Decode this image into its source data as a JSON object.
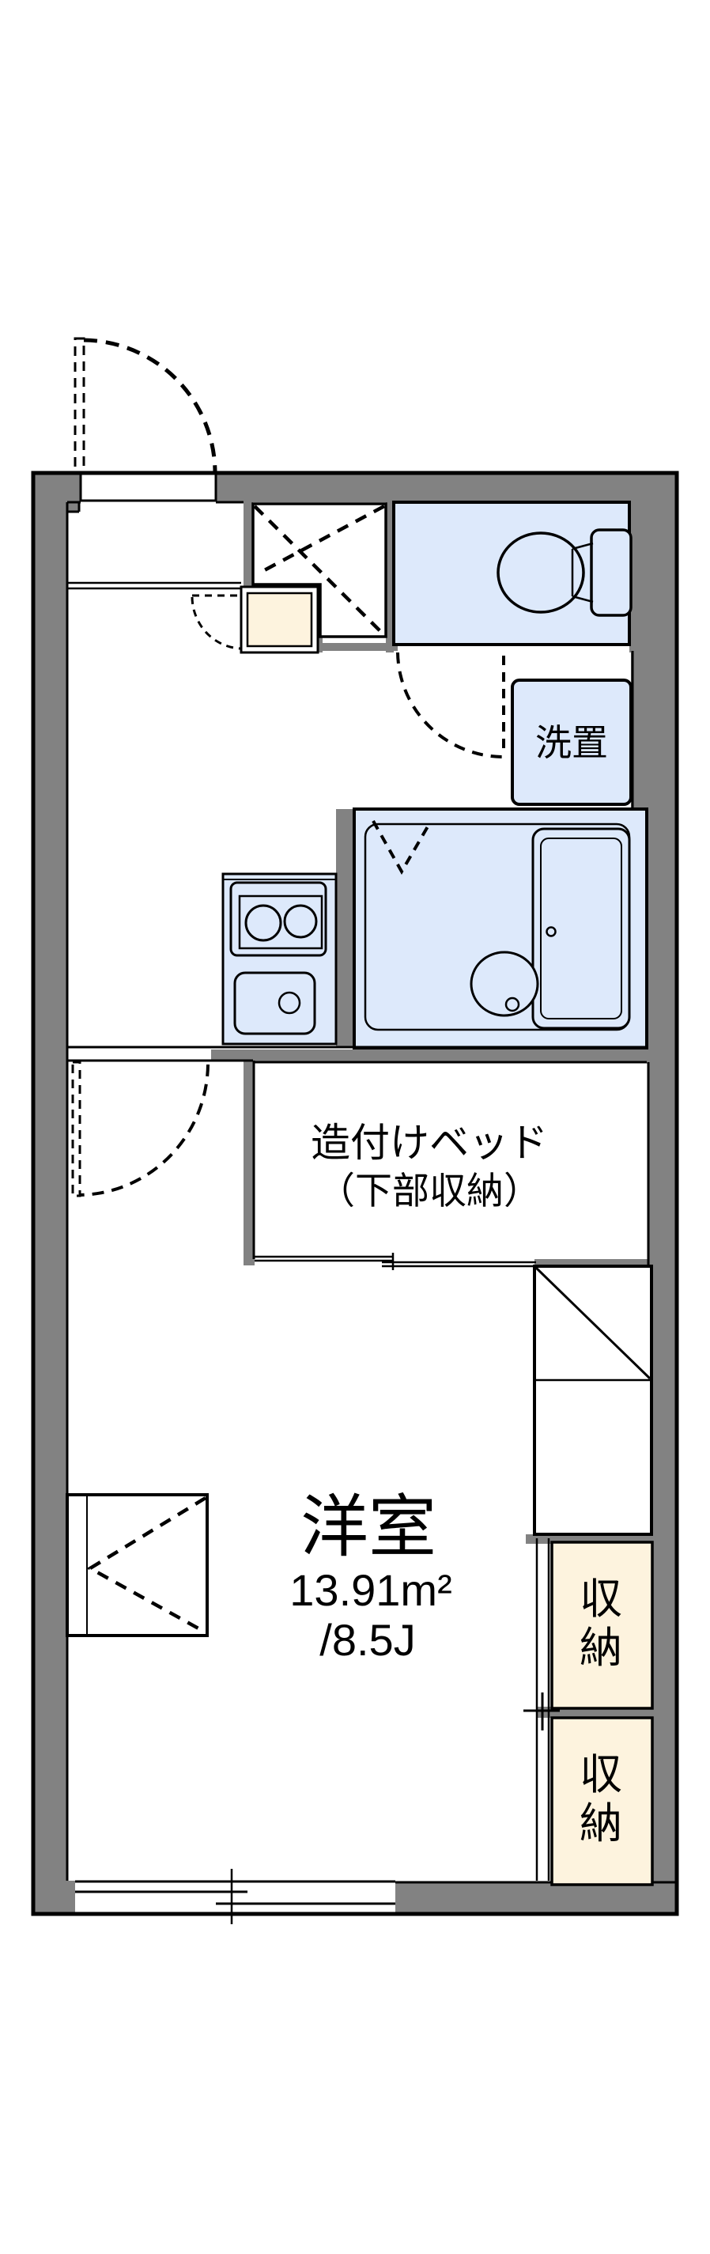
{
  "floorplan": {
    "type": "japanese-apartment-floor-plan",
    "colors": {
      "wall_fill": "#828282",
      "wet_area_fill": "#dde9fb",
      "storage_fill": "#fdf3de",
      "line": "#000000",
      "background": "#ffffff"
    },
    "labels": {
      "washer_place": "洗置",
      "built_in_bed_line1": "造付けベッド",
      "built_in_bed_line2": "（下部収納）",
      "main_room_name": "洋室",
      "main_room_area_m2": "13.91m²",
      "main_room_area_tatami": "/8.5J",
      "storage_upper": [
        "収",
        "納"
      ],
      "storage_lower": [
        "収",
        "納"
      ]
    }
  }
}
